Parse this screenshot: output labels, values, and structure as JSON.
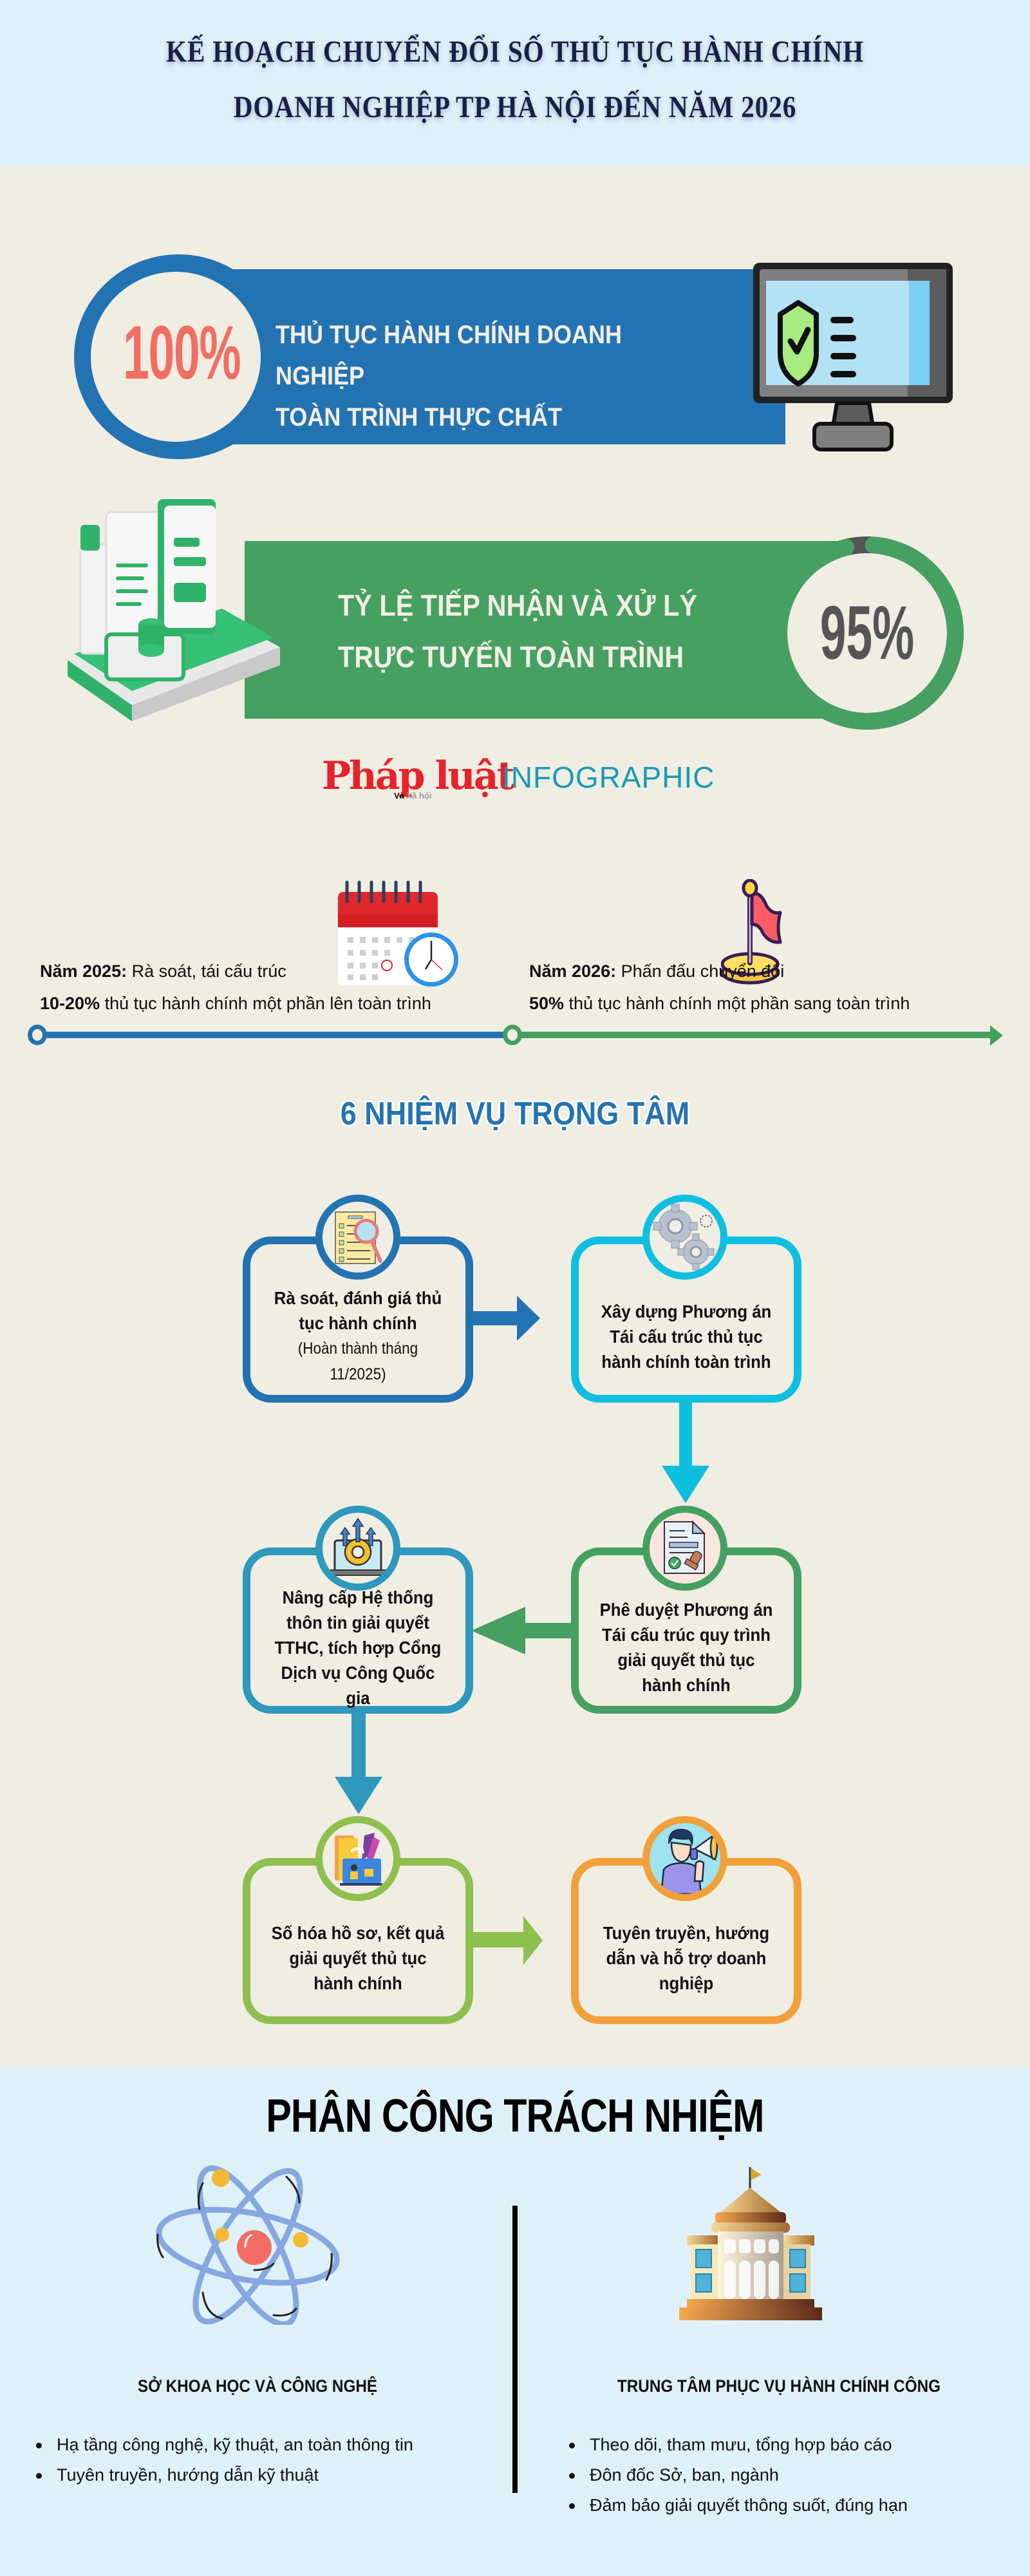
{
  "header": {
    "title_line1": "KẾ HOẠCH CHUYỂN ĐỔI SỐ THỦ TỤC HÀNH CHÍNH",
    "title_line2": "DOANH NGHIỆP TP HÀ NỘI ĐẾN NĂM 2026"
  },
  "stats": [
    {
      "value": "100%",
      "line1": "THỦ TỤC HÀNH CHÍNH DOANH NGHIỆP",
      "line2": "TOÀN TRÌNH THỰC CHẤT",
      "color": "#2373b3",
      "value_color": "#f06e64",
      "icon": "monitor-shield-icon"
    },
    {
      "value": "95%",
      "line1": "TỶ LỆ TIẾP NHẬN VÀ XỬ LÝ",
      "line2": "TRỰC TUYẾN TOÀN TRÌNH",
      "color": "#46a062",
      "value_color": "#555555",
      "icon": "documents-illustration"
    }
  ],
  "logo": {
    "brand": "Pháp luật",
    "sub_prefix": "Và",
    "sub_suffix": "Xã hội",
    "label": "INFOGRAPHIC"
  },
  "timeline": [
    {
      "year_label": "Năm 2025:",
      "summary": " Rà soát, tái cấu trúc",
      "highlight": "10-20%",
      "detail": " thủ tục hành chính một phần lên toàn trình",
      "icon": "calendar-clock-icon",
      "color": "#2373b3"
    },
    {
      "year_label": "Năm 2026:",
      "summary": " Phấn đấu chuyển đổi",
      "highlight": "50%",
      "detail": " thủ tục hành chính một phần sang toàn trình",
      "icon": "flag-icon",
      "color": "#46a062"
    }
  ],
  "tasks": {
    "title": "6 NHIỆM VỤ TRỌNG TÂM",
    "items": [
      {
        "title": "Rà soát, đánh giá thủ tục hành chính",
        "note": "(Hoàn thành tháng 11/2025)",
        "icon": "checklist-magnifier-icon",
        "color": "#2373b3"
      },
      {
        "title": "Xây dựng Phương án Tái cấu trúc thủ tục hành chính toàn trình",
        "note": "",
        "icon": "gears-icon",
        "color": "#0fbfdf"
      },
      {
        "title": "Phê duyệt Phương án Tái cấu trúc quy trình giải quyết thủ tục hành chính",
        "note": "",
        "icon": "approved-document-stamp-icon",
        "color": "#46a062"
      },
      {
        "title": "Nâng cấp Hệ thống thôn tin giải quyết TTHC, tích hợp Cổng Dịch vụ Công Quốc gia",
        "note": "",
        "icon": "laptop-gear-upgrade-icon",
        "color": "#2e98bd"
      },
      {
        "title": "Số hóa hồ sơ, kết quả giải quyết thủ tục hành chính",
        "note": "",
        "icon": "digitize-files-icon",
        "color": "#8fbf4f"
      },
      {
        "title": "Tuyên truyền, hướng dẫn và hỗ trợ doanh nghiệp",
        "note": "",
        "icon": "megaphone-person-icon",
        "color": "#f2a03a"
      }
    ]
  },
  "responsibilities": {
    "title": "PHÂN CÔNG TRÁCH NHIỆM",
    "departments": [
      {
        "name": "SỞ KHOA HỌC VÀ CÔNG NGHỆ",
        "icon": "atom-icon",
        "duties": [
          "Hạ tầng công nghệ, kỹ thuật, an toàn thông tin",
          "Tuyên truyền, hướng dẫn kỹ thuật"
        ]
      },
      {
        "name": "TRUNG TÂM PHỤC VỤ HÀNH CHÍNH CÔNG",
        "icon": "government-building-icon",
        "duties": [
          "Theo dõi, tham mưu, tổng hợp báo cáo",
          "Đôn đốc Sở, ban, ngành",
          "Đảm bảo giải quyết thông suốt, đúng hạn"
        ]
      }
    ]
  }
}
